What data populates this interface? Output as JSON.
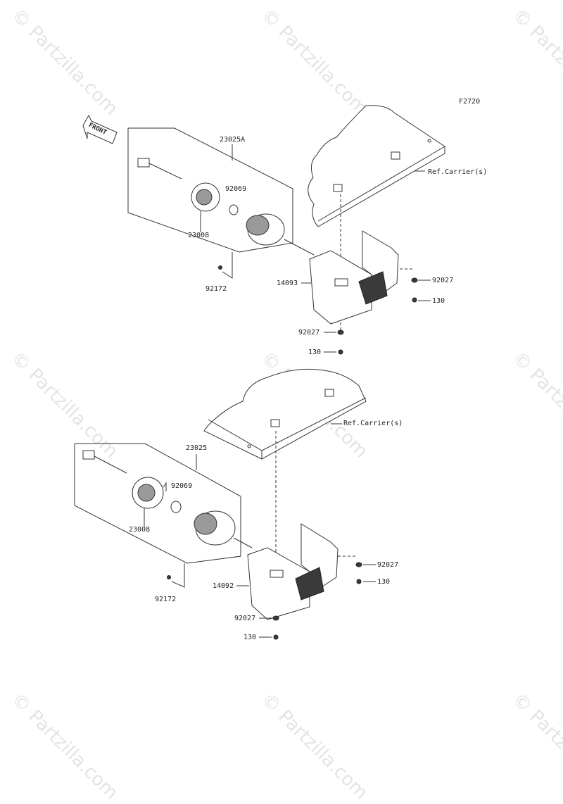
{
  "watermark": "© Partzilla.com",
  "figure_code": "F2720",
  "front_label": "FRONT",
  "upper": {
    "assembly": "23025A",
    "socket": "23008",
    "bulb": "92069",
    "clip": "92172",
    "bracket": "14093",
    "carrier_ref": "Ref.Carrier(s)",
    "washer_right": "92027",
    "bolt_right": "130",
    "washer_bottom": "92027",
    "bolt_bottom": "130"
  },
  "lower": {
    "assembly": "23025",
    "socket": "23008",
    "bulb": "92069",
    "clip": "92172",
    "bracket": "14092",
    "carrier_ref": "Ref.Carrier(s)",
    "washer_right": "92027",
    "bolt_right": "130",
    "washer_bottom": "92027",
    "bolt_bottom": "130"
  }
}
